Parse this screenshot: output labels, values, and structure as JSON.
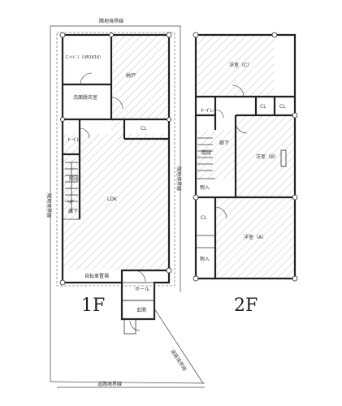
{
  "floors": {
    "first": {
      "label": "1F",
      "rooms": {
        "bath": "ﾕﾆｯﾄﾊﾞｽ（UB1616）",
        "storage": "納戸",
        "washroom": "洗面脱衣室",
        "closet": "CL",
        "toilet": "トイレ",
        "stairs": "階段",
        "hall": "廊下",
        "ldk": "LDK",
        "up_mark": "UP",
        "hall_entry": "ホール",
        "entrance": "玄関"
      },
      "boundaries": {
        "top": "隣地境界線",
        "left": "隣地境界線",
        "right": "隣地境界線",
        "road_diag": "道路境界線",
        "road_bottom": "道路境界線"
      },
      "bike_parking": "自転車置場"
    },
    "second": {
      "label": "2F",
      "rooms": {
        "western_c": "洋室（C）",
        "toilet": "トイレ",
        "closet_1": "CL",
        "closet_2": "CL",
        "hall": "廊下",
        "stairs": "階段",
        "western_b": "洋室（B）",
        "storage_1": "物入",
        "closet_3": "CL",
        "western_a": "洋室（A）",
        "storage_2": "物入"
      }
    }
  }
}
